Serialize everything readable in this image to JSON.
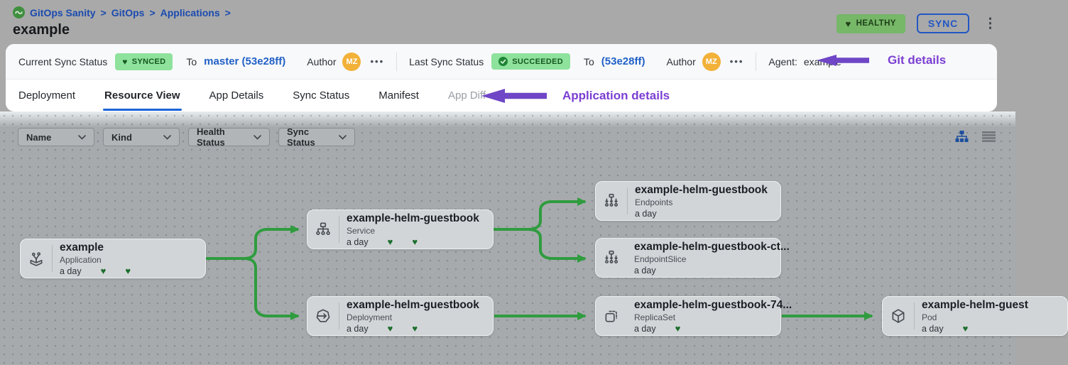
{
  "header": {
    "breadcrumb": {
      "icon": "gitops-logo-icon",
      "items": [
        "GitOps Sanity",
        "GitOps",
        "Applications"
      ],
      "separator": ">"
    },
    "title": "example",
    "health_badge": "HEALTHY",
    "sync_button": "SYNC",
    "kebab": "⋮"
  },
  "status_bar": {
    "current_sync": {
      "label": "Current Sync Status",
      "badge": "SYNCED",
      "to": "To",
      "target": "master (53e28ff)",
      "author": "Author",
      "avatar": "MZ",
      "more": "•••"
    },
    "last_sync": {
      "label": "Last Sync Status",
      "badge": "SUCCEEDED",
      "to": "To",
      "target": "(53e28ff)",
      "author": "Author",
      "avatar": "MZ",
      "more": "•••"
    },
    "agent": {
      "label": "Agent:",
      "value": "example"
    },
    "annotation": "Git details"
  },
  "tabs": {
    "items": [
      "Deployment",
      "Resource View",
      "App Details",
      "Sync Status",
      "Manifest",
      "App Diff"
    ],
    "active": "Resource View",
    "annotation": "Application details"
  },
  "filters": {
    "dropdowns": [
      "Name",
      "Kind",
      "Health Status",
      "Sync Status"
    ],
    "view_toggles": [
      "tree-view",
      "list-view"
    ]
  },
  "tree": {
    "nodes": [
      {
        "name": "example",
        "kind": "Application",
        "age": "a day",
        "hearts": 2,
        "icon": "application-icon"
      },
      {
        "name": "example-helm-guestbook",
        "kind": "Service",
        "age": "a day",
        "hearts": 2,
        "icon": "service-icon"
      },
      {
        "name": "example-helm-guestbook",
        "kind": "Endpoints",
        "age": "a day",
        "hearts": 0,
        "icon": "endpoints-icon"
      },
      {
        "name": "example-helm-guestbook-ct...",
        "kind": "EndpointSlice",
        "age": "a day",
        "hearts": 0,
        "icon": "endpointslice-icon"
      },
      {
        "name": "example-helm-guestbook",
        "kind": "Deployment",
        "age": "a day",
        "hearts": 2,
        "icon": "deployment-icon"
      },
      {
        "name": "example-helm-guestbook-74...",
        "kind": "ReplicaSet",
        "age": "a day",
        "hearts": 1,
        "icon": "replicaset-icon"
      },
      {
        "name": "example-helm-guest",
        "kind": "Pod",
        "age": "a day",
        "hearts": 1,
        "icon": "pod-icon"
      }
    ]
  },
  "colors": {
    "edge_green": "#2f9c3e",
    "badge_green_bg": "#8ee29c",
    "badge_green_text": "#15571f",
    "link_blue": "#2161c6",
    "accent_purple": "#7b3fd2",
    "heart_green": "#1c6f2d",
    "avatar_orange": "#f2b138"
  }
}
